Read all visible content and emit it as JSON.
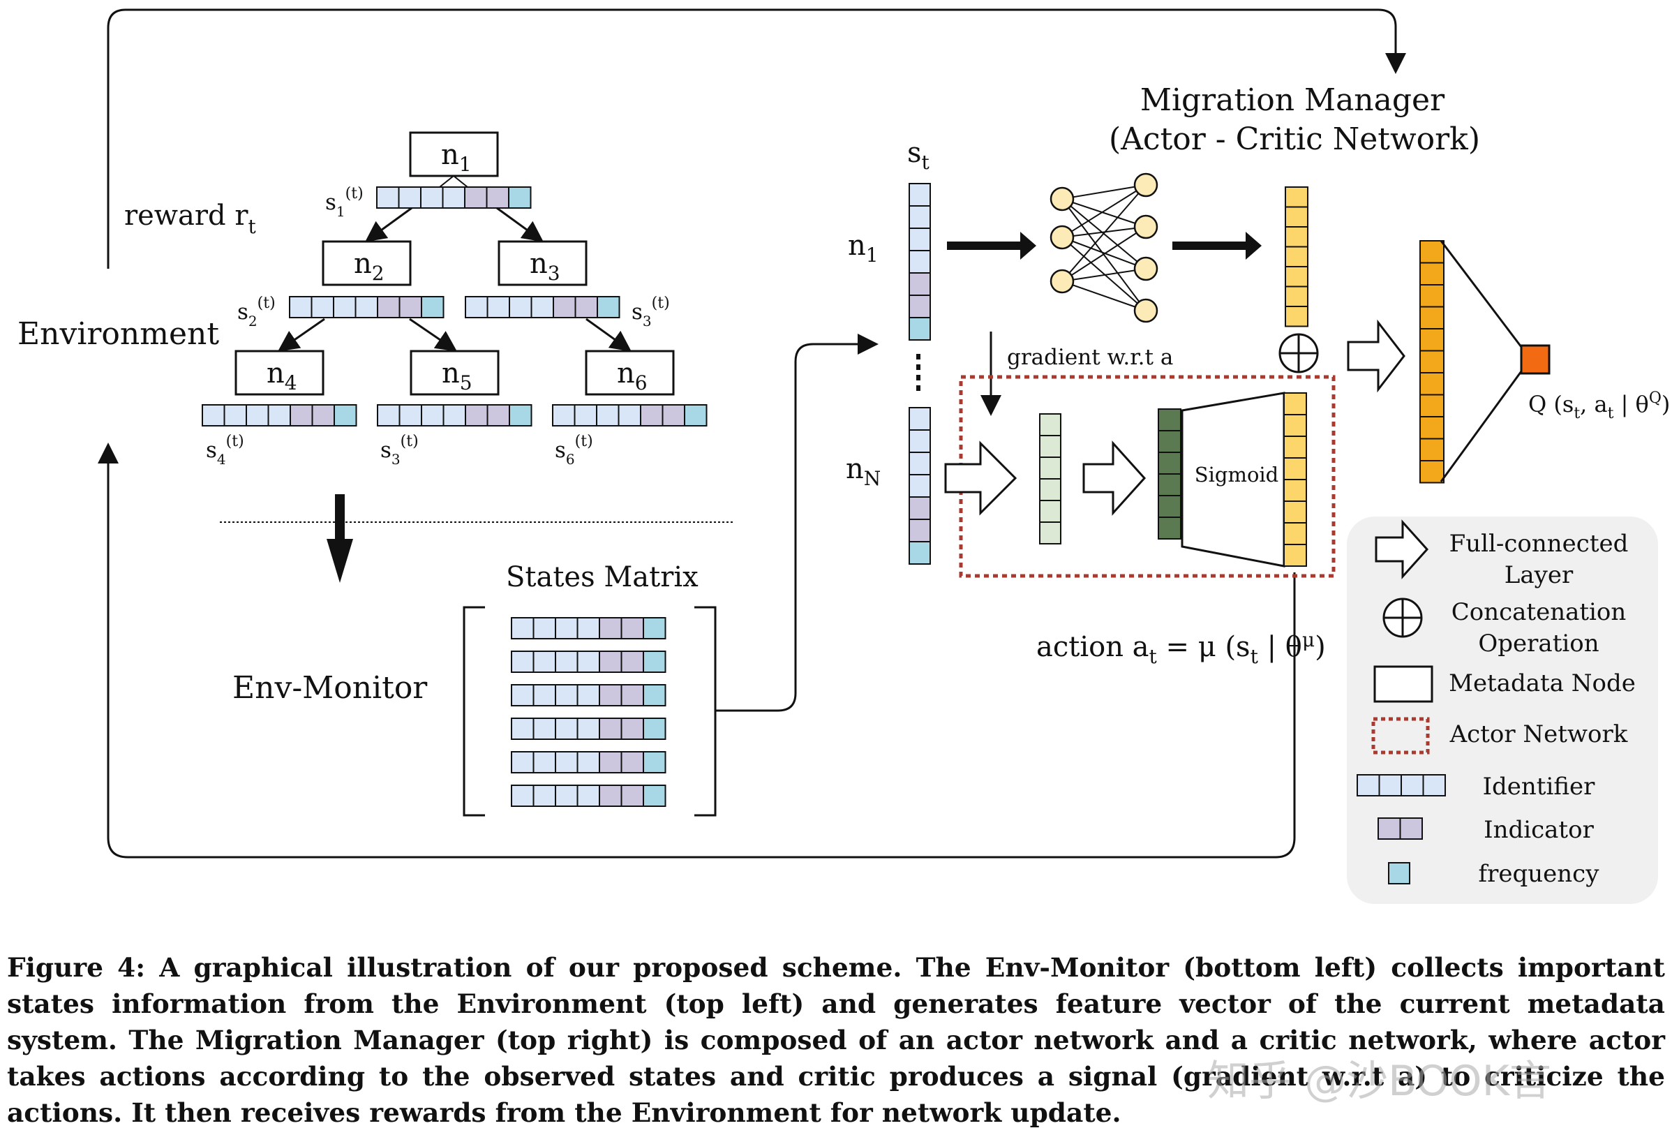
{
  "colors": {
    "identifier": "#d9e6f7",
    "indicator": "#cdc6df",
    "frequency": "#a8d8e6",
    "hidden_layer": "#dbe9d5",
    "action_dark": "#5b7a52",
    "output_yellow": "#fdd66b",
    "critic_orange": "#f3a81c",
    "q_node": "#f26a12",
    "neuron": "#fdebb7",
    "actor_box": "#a83a2f",
    "legend_bg": "#f0f0f0"
  },
  "labels": {
    "environment": "Environment",
    "reward_base": "reward r",
    "reward_sub": "t",
    "env_monitor": "Env-Monitor",
    "states_matrix": "States Matrix",
    "migration_title_1": "Migration Manager",
    "migration_title_2": "(Actor - Critic Network)",
    "st_base": "s",
    "st_sub": "t",
    "n1_base": "n",
    "n1_sub": "1",
    "nN_base": "n",
    "nN_sub": "N",
    "gradient": "gradient w.r.t a",
    "sigmoid": "Sigmoid",
    "action_text": "action a",
    "action_sub": "t",
    "action_mid": " = μ (s",
    "action_sub2": "t",
    "action_end": " | θ",
    "action_sup": "μ",
    "action_close": ")",
    "q_text": "Q (s",
    "q_sub1": "t",
    "q_mid": ", a",
    "q_sub2": "t",
    "q_end": " | θ",
    "q_sup": "Q",
    "q_close": ")"
  },
  "tree": {
    "nodes": [
      {
        "base": "n",
        "sub": "1"
      },
      {
        "base": "n",
        "sub": "2"
      },
      {
        "base": "n",
        "sub": "3"
      },
      {
        "base": "n",
        "sub": "4"
      },
      {
        "base": "n",
        "sub": "5"
      },
      {
        "base": "n",
        "sub": "6"
      }
    ],
    "state_labels": [
      {
        "base": "s",
        "sub": "1",
        "sup": "(t)"
      },
      {
        "base": "s",
        "sub": "2",
        "sup": "(t)"
      },
      {
        "base": "s",
        "sub": "3",
        "sup": "(t)"
      },
      {
        "base": "s",
        "sub": "4",
        "sup": "(t)"
      },
      {
        "base": "s",
        "sub": "3",
        "sup": "(t)"
      },
      {
        "base": "s",
        "sub": "6",
        "sup": "(t)"
      }
    ]
  },
  "legend": {
    "items": [
      {
        "name": "full-connected",
        "line1": "Full-connected",
        "line2": "Layer"
      },
      {
        "name": "concatenation",
        "line1": "Concatenation",
        "line2": "Operation"
      },
      {
        "name": "metadata-node",
        "line1": "Metadata Node",
        "line2": ""
      },
      {
        "name": "actor-network",
        "line1": "Actor Network",
        "line2": ""
      },
      {
        "name": "identifier",
        "line1": "Identifier",
        "line2": ""
      },
      {
        "name": "indicator",
        "line1": "Indicator",
        "line2": ""
      },
      {
        "name": "frequency",
        "line1": "frequency",
        "line2": ""
      }
    ]
  },
  "caption": "Figure 4: A graphical illustration of our proposed scheme. The Env-Monitor (bottom left) collects important states information from the Environment (top left) and generates feature vector of the current metadata system. The Migration Manager (top right) is composed of an actor network and a critic network, where actor takes actions according to the observed states and critic produces a signal (gradient w.r.t a) to criticize the actions. It then receives rewards from the Environment for network update.",
  "watermark": "知乎 @沙BOOK言"
}
